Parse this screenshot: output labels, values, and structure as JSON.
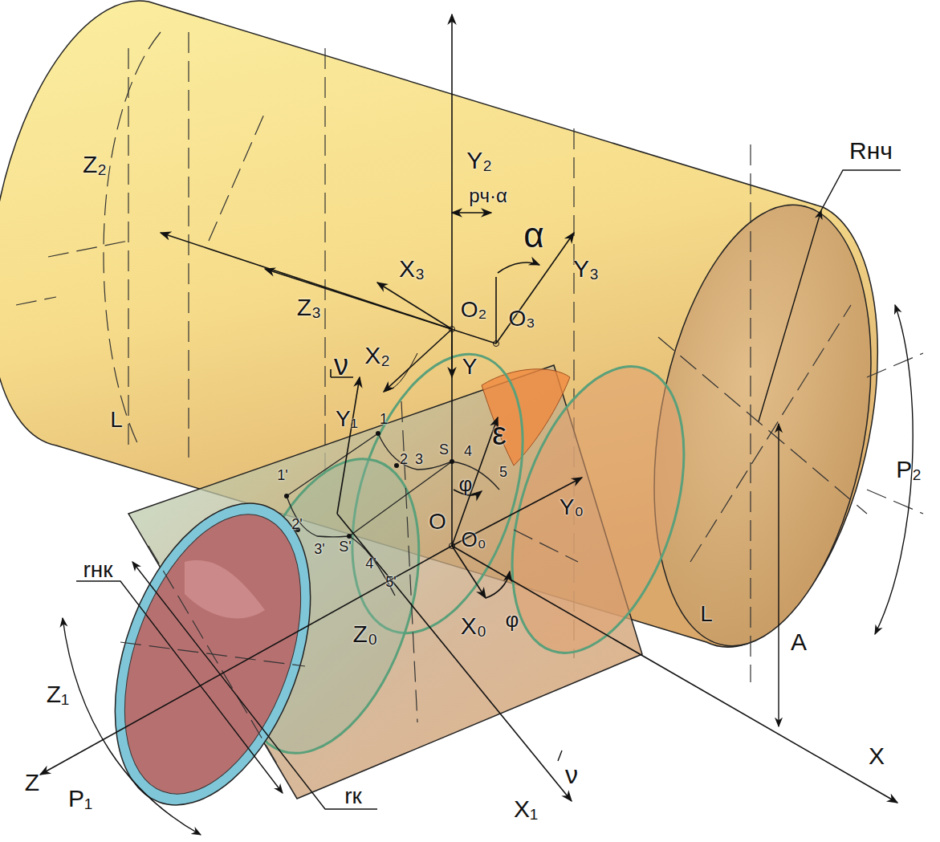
{
  "diagram": {
    "labels": [
      "Y₂",
      "pч·α",
      "α",
      "Y₃",
      "X₃",
      "Z₂",
      "Z₃",
      "O₂",
      "O₃",
      "Rнч",
      "ν",
      "X₂",
      "Y",
      "Y₁",
      "ε",
      "1",
      "2",
      "3",
      "S",
      "4",
      "5",
      "φ",
      "Y₀",
      "O",
      "O₀",
      "L",
      "1'",
      "2'",
      "3'",
      "S'",
      "4'",
      "5'",
      "rнк",
      "Z₀",
      "X₀",
      "φ",
      "L",
      "A",
      "P₂",
      "Z₁",
      "Z",
      "P₁",
      "rк",
      "X₁",
      "ν",
      "X"
    ]
  }
}
